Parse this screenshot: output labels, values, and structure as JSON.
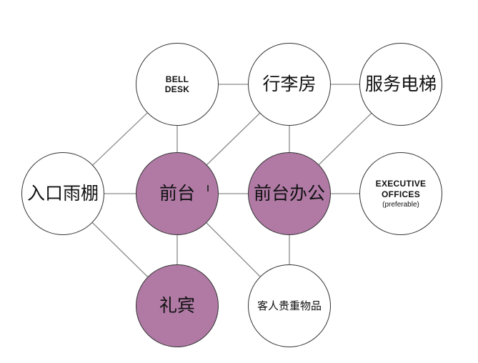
{
  "colors": {
    "highlight": "#b07aa5",
    "plain": "#ffffff",
    "stroke": "#333333",
    "link": "#8a8a8a"
  },
  "nodes": {
    "bell_desk": {
      "lines": [
        "BELL",
        "DESK"
      ],
      "highlighted": false
    },
    "luggage_room": {
      "label": "行李房",
      "highlighted": false
    },
    "service_elevator": {
      "label": "服务电梯",
      "highlighted": false
    },
    "entrance_canopy": {
      "label": "入口雨棚",
      "highlighted": false
    },
    "front_desk": {
      "label": "前台",
      "highlighted": true
    },
    "front_office": {
      "label": "前台办公",
      "highlighted": true
    },
    "executive_offices": {
      "lines": [
        "EXECUTIVE",
        "OFFICES"
      ],
      "note": "(preferable)",
      "highlighted": false
    },
    "concierge": {
      "label": "礼宾",
      "highlighted": true
    },
    "valuables": {
      "label": "客人贵重物品",
      "highlighted": false
    }
  },
  "links": [
    [
      "bell_desk",
      "luggage_room"
    ],
    [
      "luggage_room",
      "service_elevator"
    ],
    [
      "bell_desk",
      "entrance_canopy"
    ],
    [
      "bell_desk",
      "front_desk"
    ],
    [
      "luggage_room",
      "front_desk"
    ],
    [
      "luggage_room",
      "front_office"
    ],
    [
      "service_elevator",
      "front_office"
    ],
    [
      "entrance_canopy",
      "front_desk"
    ],
    [
      "front_desk",
      "front_office"
    ],
    [
      "front_office",
      "executive_offices"
    ],
    [
      "entrance_canopy",
      "concierge"
    ],
    [
      "front_desk",
      "concierge"
    ],
    [
      "front_desk",
      "valuables"
    ],
    [
      "front_office",
      "valuables"
    ]
  ]
}
